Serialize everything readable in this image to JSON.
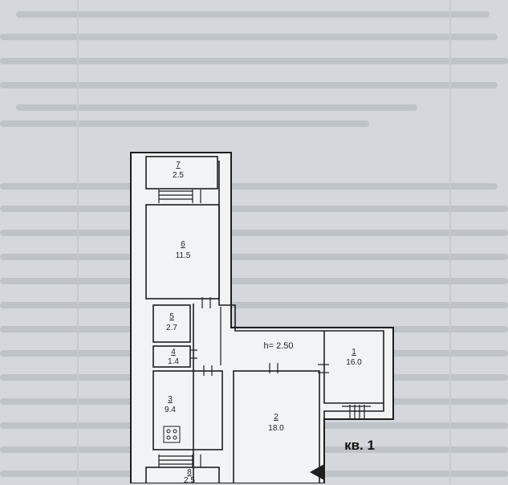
{
  "plan": {
    "ceiling_height": "h= 2.50",
    "apartment_label": "кв. 1",
    "rooms": [
      {
        "number": "7",
        "area": "2.5"
      },
      {
        "number": "6",
        "area": "11.5"
      },
      {
        "number": "5",
        "area": "2.7"
      },
      {
        "number": "4",
        "area": "1.4"
      },
      {
        "number": "3",
        "area": "9.4"
      },
      {
        "number": "2",
        "area": "18.0"
      },
      {
        "number": "1",
        "area": "16.0"
      },
      {
        "number": "8",
        "area": "2.5"
      }
    ]
  },
  "colors": {
    "paper": "#d4d8dc",
    "wall": "#1e1e1e",
    "plan_fill": "#f2f3f4",
    "background_text": "#bec3c8"
  }
}
